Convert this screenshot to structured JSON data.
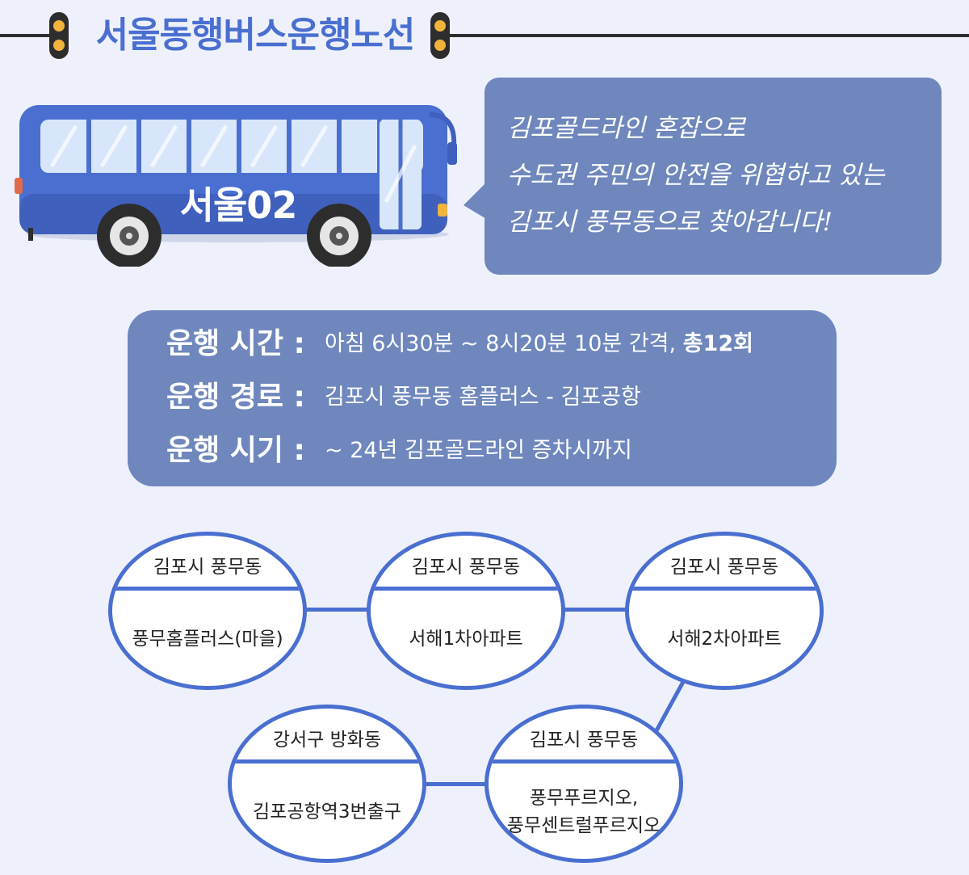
{
  "header": {
    "title": "서울동행버스운행노선"
  },
  "bus": {
    "route_label": "서울02"
  },
  "bubble": {
    "lines": [
      "김포골드라인 혼잡으로",
      "수도권 주민의 안전을 위협하고 있는",
      "김포시 풍무동으로 찾아갑니다!"
    ]
  },
  "info": {
    "rows": [
      {
        "label": "운행 시간 :",
        "value": "아침 6시30분 ~ 8시20분 10분 간격,",
        "value_bold": "총12회"
      },
      {
        "label": "운행 경로 :",
        "value": "김포시 풍무동 홈플러스 - 김포공항"
      },
      {
        "label": "운행 시기 :",
        "value": "~ 24년 김포골드라인 증차시까지"
      }
    ]
  },
  "stops": [
    {
      "area": "김포시 풍무동",
      "name": "풍무홈플러스(마을)"
    },
    {
      "area": "김포시 풍무동",
      "name": "서해1차아파트"
    },
    {
      "area": "김포시 풍무동",
      "name": "서해2차아파트"
    },
    {
      "area": "김포시 풍무동",
      "name_lines": [
        "풍무푸르지오,",
        "풍무센트럴푸르지오"
      ]
    },
    {
      "area": "강서구 방화동",
      "name": "김포공항역3번출구"
    }
  ],
  "colors": {
    "accent": "#4a6fd1",
    "panel": "#6f87bd",
    "background": "#eef1fb",
    "bus_body": "#4a6fd1"
  }
}
